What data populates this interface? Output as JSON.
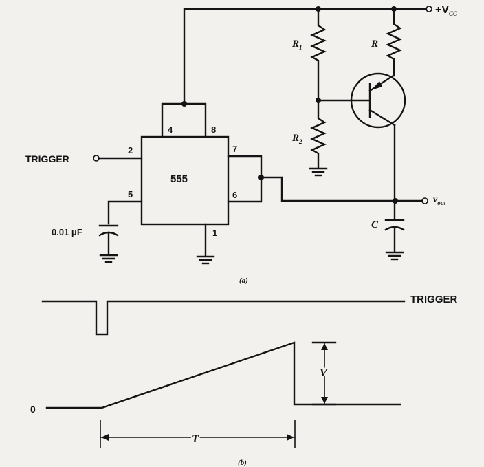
{
  "circuit": {
    "ic": {
      "label": "555",
      "pins": {
        "p2": "2",
        "p4": "4",
        "p8_top": "8",
        "p7": "7",
        "p5": "5",
        "p6": "6",
        "p1": "1"
      }
    },
    "trigger_label": "TRIGGER",
    "capacitor_timing_label": "0.01 μF",
    "supply_label": "+V",
    "supply_sub": "CC",
    "r1_label": "R",
    "r1_sub": "1",
    "r2_label": "R",
    "r2_sub": "2",
    "r_label": "R",
    "c_label": "C",
    "vout_label": "v",
    "vout_sub": "out",
    "caption": "(a)"
  },
  "waveform": {
    "trigger_label": "TRIGGER",
    "zero_label": "0",
    "v_label": "V",
    "t_label": "T",
    "caption": "(b)"
  },
  "colors": {
    "ink": "#141414",
    "paper": "#f2f1ee"
  }
}
